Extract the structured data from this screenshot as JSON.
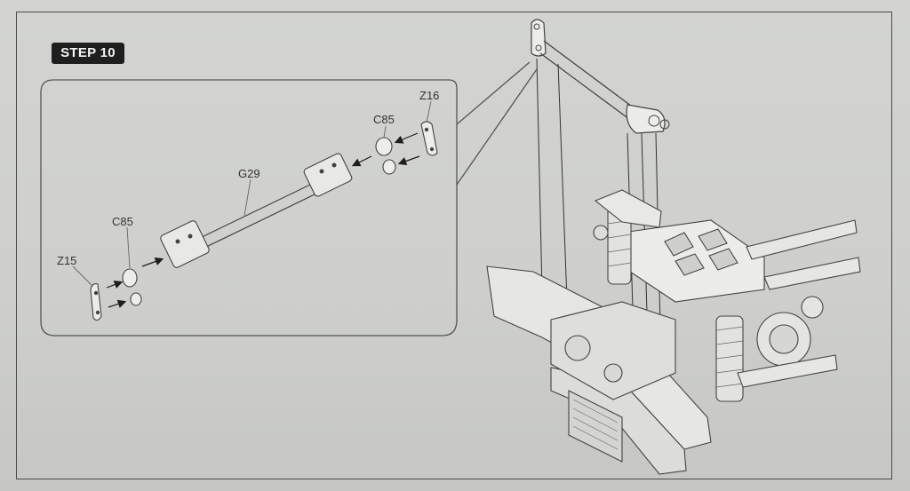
{
  "step": {
    "label": "STEP 10"
  },
  "parts": {
    "z16": "Z16",
    "c85_right": "C85",
    "g29": "G29",
    "c85_left": "C85",
    "z15": "Z15"
  },
  "colors": {
    "ink": "#333333",
    "badge_bg": "#1e1e1e",
    "paper": "#d0d1ce"
  }
}
